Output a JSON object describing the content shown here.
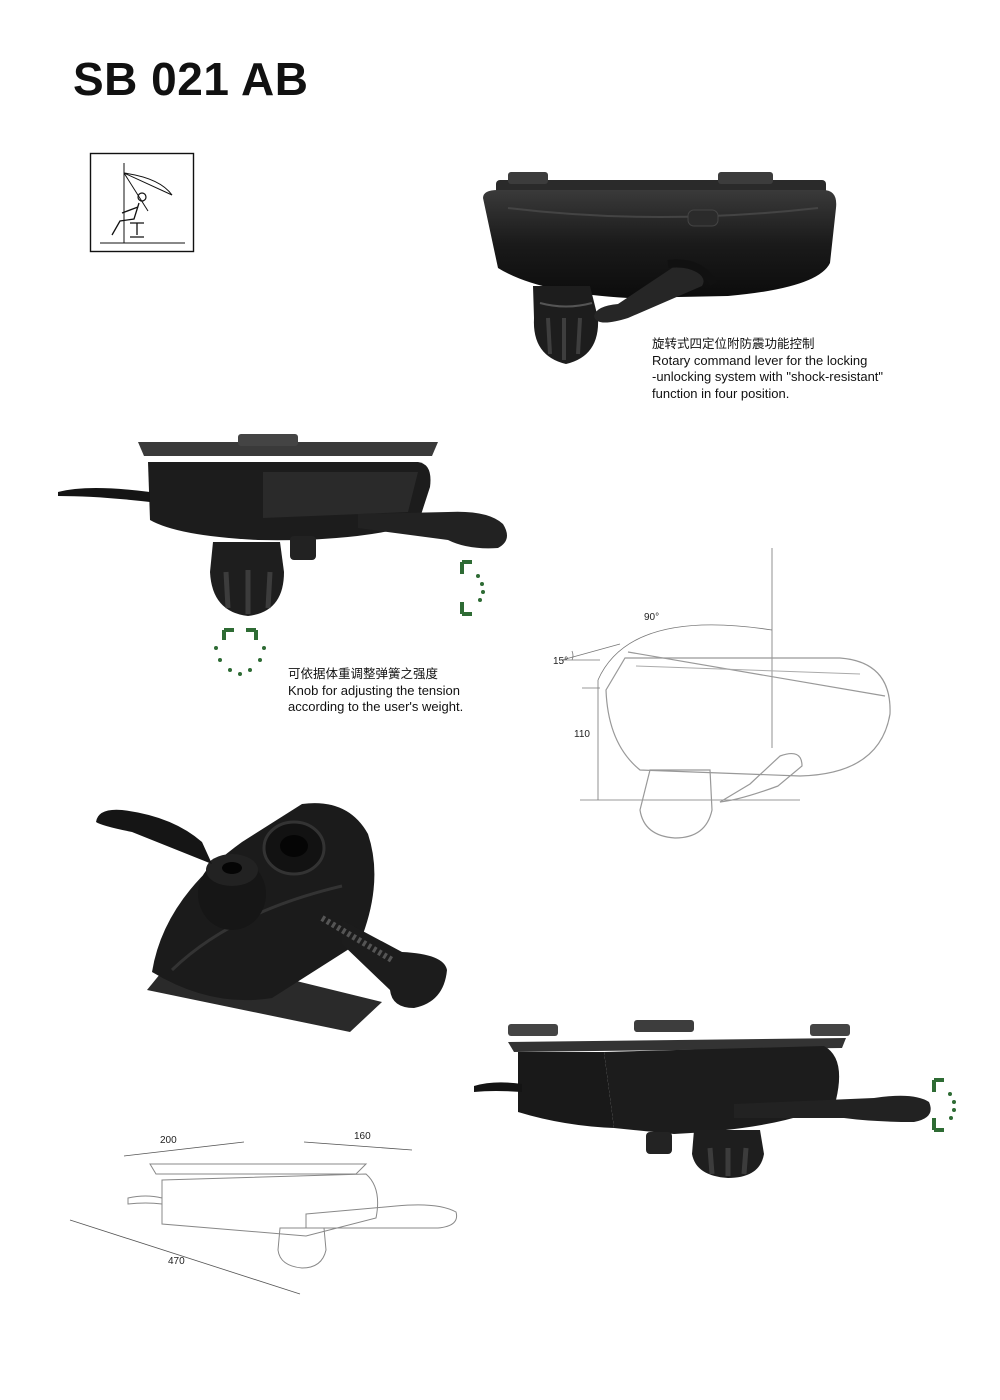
{
  "title": "SB 021 AB",
  "captions": {
    "lever": {
      "cn": "旋转式四定位附防震功能控制",
      "en_lines": [
        "Rotary command lever for the locking",
        "-unlocking system with \"shock-resistant\"",
        "function in four position."
      ]
    },
    "knob": {
      "cn": "可依据体重调整弹簧之强度",
      "en_lines": [
        "Knob for adjusting the tension",
        "according to the user's weight."
      ]
    }
  },
  "dimensions": {
    "angle_90": "90°",
    "angle_15": "15°",
    "height_110": "110",
    "width_200": "200",
    "width_160": "160",
    "length_470": "470"
  },
  "colors": {
    "accent_green": "#2e6b34",
    "product_black": "#1c1c1c",
    "outline_gray": "#9a9a9a"
  },
  "icons": {
    "recline": "seated-person-recline-icon",
    "rotation": "rotation-arrow-icon"
  }
}
